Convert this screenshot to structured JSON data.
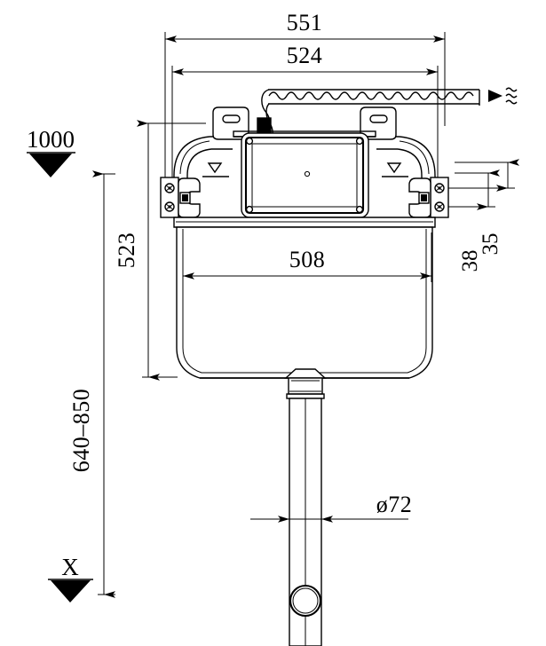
{
  "drawing": {
    "type": "technical-dimension-drawing",
    "subject": "concealed-cistern-front-elevation",
    "units": "mm",
    "background_color": "#ffffff",
    "line_color": "#000000"
  },
  "dimensions": {
    "overall_width": {
      "value": "551",
      "orientation": "horizontal",
      "position": "top-outer"
    },
    "frame_width": {
      "value": "524",
      "orientation": "horizontal",
      "position": "top-inner"
    },
    "tank_width": {
      "value": "508",
      "orientation": "horizontal",
      "position": "tank-body"
    },
    "overall_height": {
      "value": "523",
      "orientation": "vertical",
      "position": "left-inner"
    },
    "install_height_range": {
      "value": "640–850",
      "orientation": "vertical",
      "position": "left-outer"
    },
    "bracket_offset_outer": {
      "value": "35",
      "orientation": "vertical",
      "position": "right-outer"
    },
    "bracket_offset_inner": {
      "value": "38",
      "orientation": "vertical",
      "position": "right-inner"
    },
    "outlet_diameter": {
      "value": "ø72",
      "orientation": "horizontal",
      "position": "outlet-pipe"
    }
  },
  "level_markers": {
    "top": {
      "label": "1000",
      "symbol": "filled-down-triangle",
      "meaning": "datum-level-marker"
    },
    "bottom": {
      "label": "X",
      "symbol": "filled-down-triangle",
      "meaning": "finished-floor-level-marker"
    }
  },
  "annotations": {
    "water_supply": {
      "symbol": "arrow-with-wave-lines",
      "meaning": "water-inlet-connection"
    },
    "centre_mark": {
      "symbol": "small-circle",
      "meaning": "inspection-opening-centre"
    }
  },
  "components": {
    "inspection_opening": "rectangular-access-panel",
    "left_bracket": "wall-mounting-bracket",
    "right_bracket": "wall-mounting-bracket",
    "left_frame_leg": "support-frame-leg",
    "right_frame_leg": "support-frame-leg",
    "cistern_body": "concealed-cistern-tank",
    "outlet_pipe": "flush-outlet-pipe",
    "outlet_collar": "outlet-connector-collar",
    "pipe_port": "pipe-side-port-ring"
  }
}
